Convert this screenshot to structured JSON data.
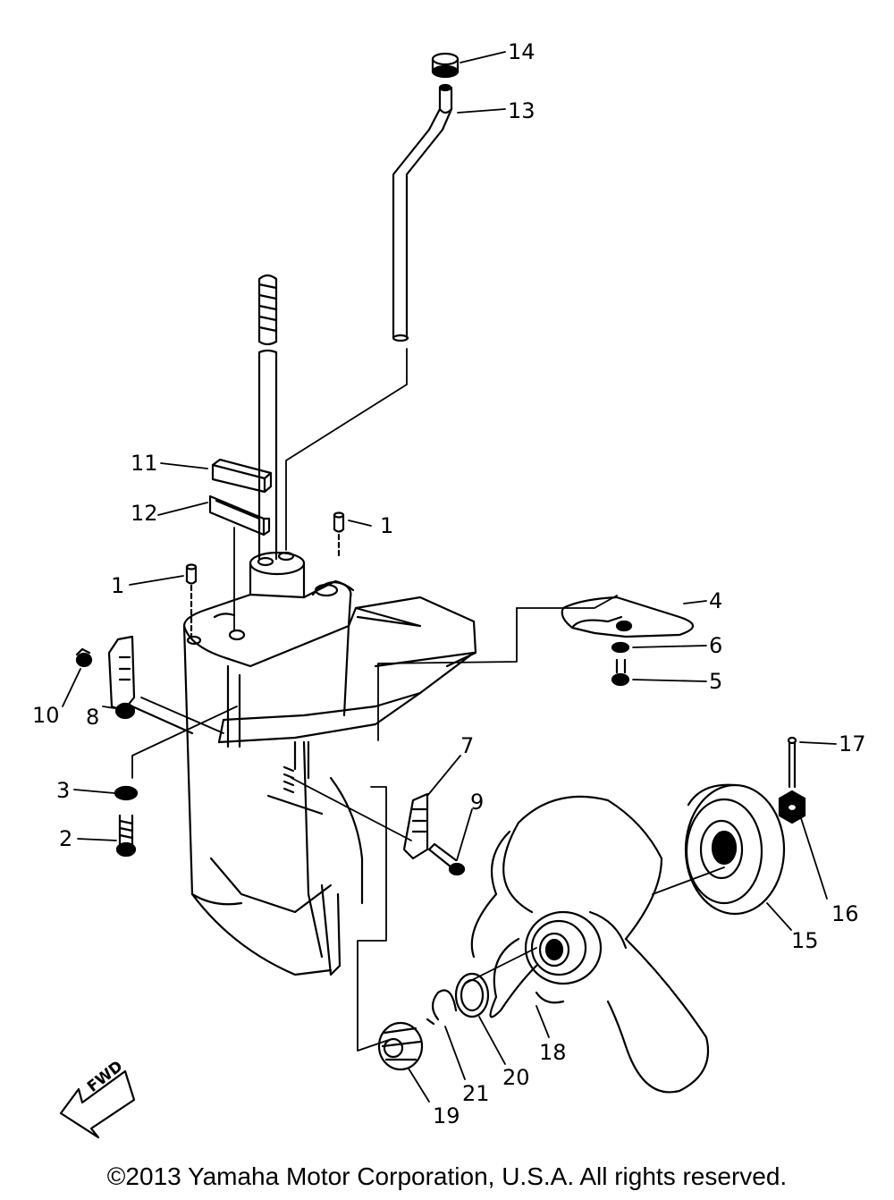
{
  "callouts": [
    "1",
    "1",
    "2",
    "3",
    "4",
    "5",
    "6",
    "7",
    "8",
    "9",
    "10",
    "11",
    "12",
    "13",
    "14",
    "15",
    "16",
    "17",
    "18",
    "19",
    "20",
    "21"
  ],
  "fwd_label": "FWD",
  "copyright": "©2013 Yamaha Motor Corporation, U.S.A. All rights reserved.",
  "colors": {
    "ink": "#000000",
    "paper": "#ffffff"
  }
}
